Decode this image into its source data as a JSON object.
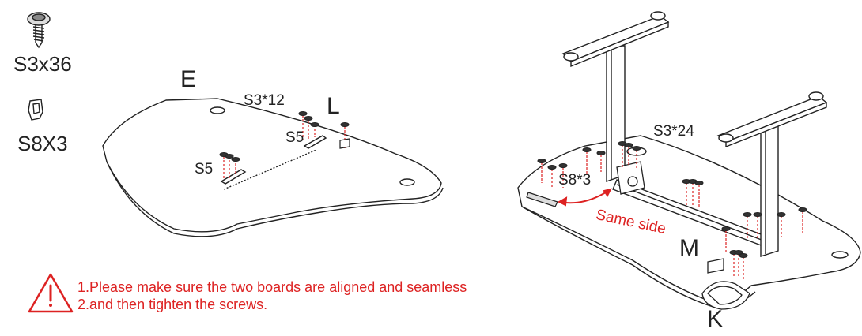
{
  "parts": {
    "screw_code": "S3x36",
    "clip_code": "S8X3"
  },
  "left_diagram": {
    "board_label": "E",
    "screw_label": "S3*12",
    "bracket_label": "L",
    "s5_label_upper": "S5",
    "s5_label_lower": "S5"
  },
  "right_diagram": {
    "screw_label": "S3*24",
    "clip_label": "S8*3",
    "same_side_note": "Same side",
    "motor_label": "M",
    "tray_label": "K"
  },
  "warning": {
    "line1_black": "1.Please make sure the two boards are",
    "line1_red": "aligned and seamless",
    "line2": "2.and then tighten the screws."
  },
  "colors": {
    "accent": "#d22222",
    "line": "#222222"
  }
}
